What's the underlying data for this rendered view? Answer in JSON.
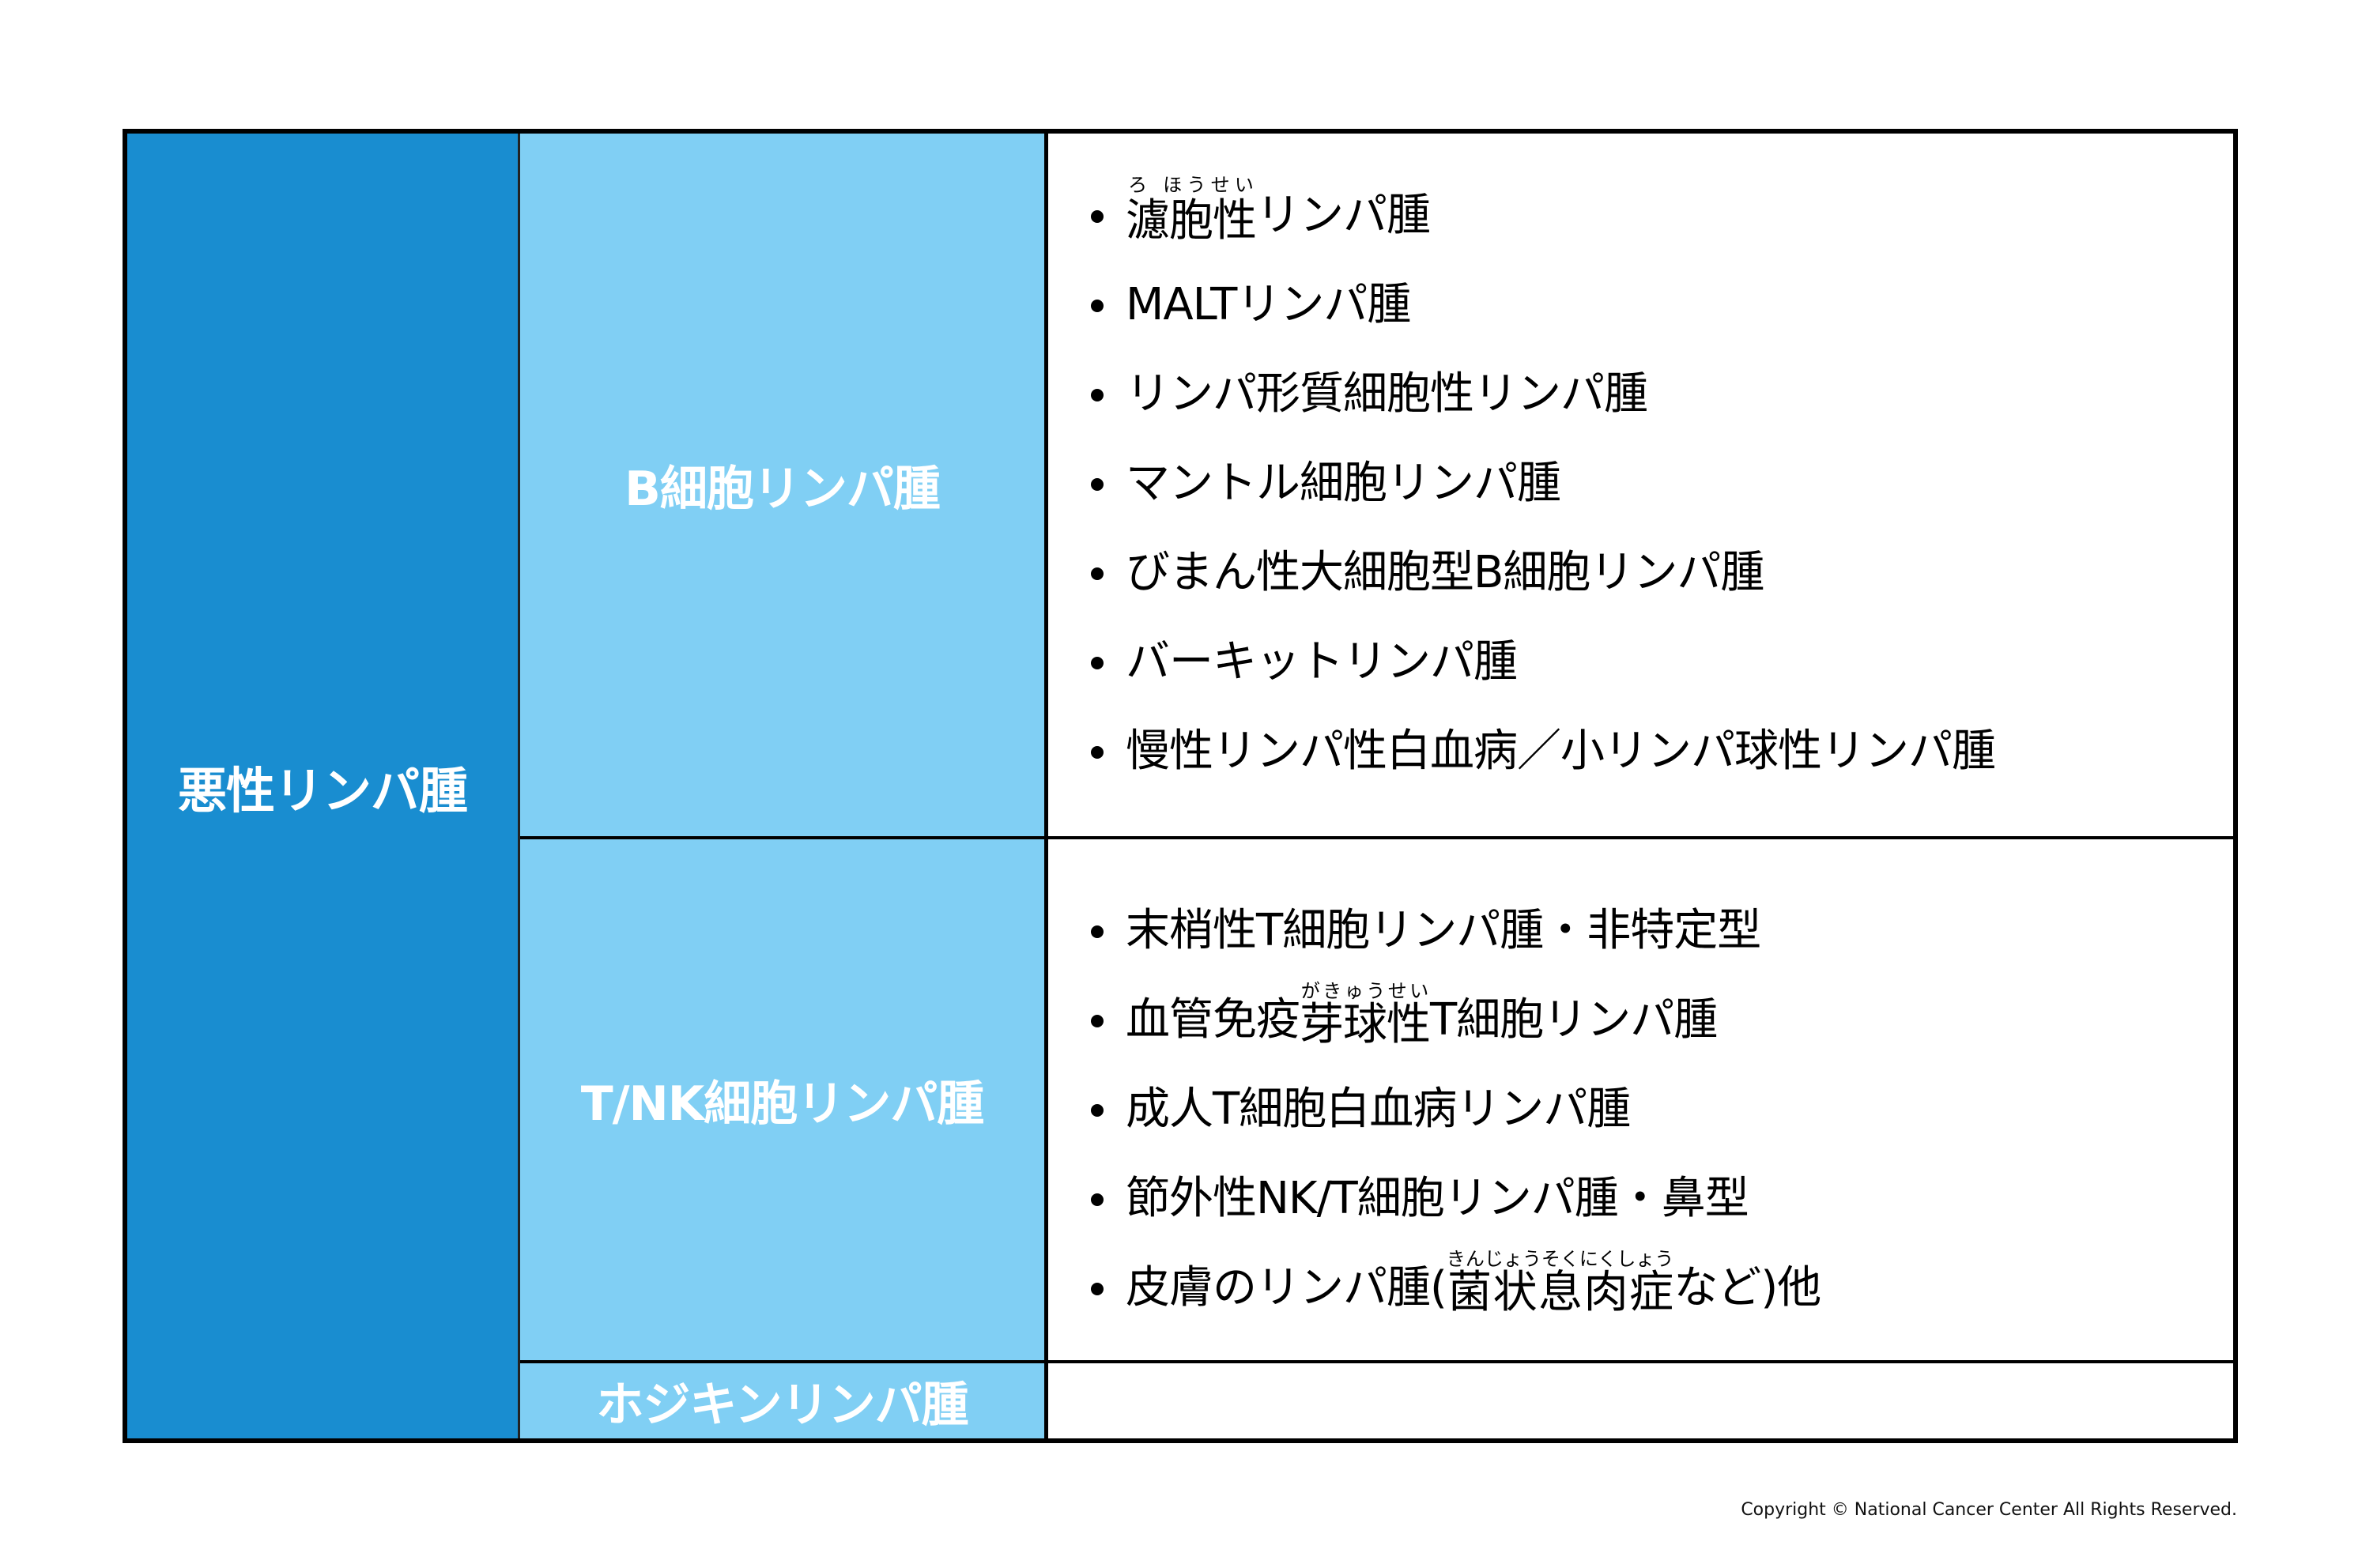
{
  "main_category": "悪性リンパ腫",
  "groups": [
    {
      "label": "B細胞リンパ腫",
      "items": [
        {
          "pre": "",
          "ruby_base": "濾胞性",
          "ruby_text": "ろ ほうせい",
          "post": "リンパ腫"
        },
        {
          "pre": "MALTリンパ腫",
          "ruby_base": "",
          "ruby_text": "",
          "post": ""
        },
        {
          "pre": "リンパ形質細胞性リンパ腫",
          "ruby_base": "",
          "ruby_text": "",
          "post": ""
        },
        {
          "pre": "マントル細胞リンパ腫",
          "ruby_base": "",
          "ruby_text": "",
          "post": ""
        },
        {
          "pre": "びまん性大細胞型B細胞リンパ腫",
          "ruby_base": "",
          "ruby_text": "",
          "post": ""
        },
        {
          "pre": "バーキットリンパ腫",
          "ruby_base": "",
          "ruby_text": "",
          "post": ""
        },
        {
          "pre": "慢性リンパ性白血病／小リンパ球性リンパ腫",
          "ruby_base": "",
          "ruby_text": "",
          "post": ""
        }
      ]
    },
    {
      "label": "T/NK細胞リンパ腫",
      "items": [
        {
          "pre": "末梢性T細胞リンパ腫・非特定型",
          "ruby_base": "",
          "ruby_text": "",
          "post": ""
        },
        {
          "pre": "血管免疫",
          "ruby_base": "芽球性",
          "ruby_text": "がきゅうせい",
          "post": "T細胞リンパ腫"
        },
        {
          "pre": "成人T細胞白血病リンパ腫",
          "ruby_base": "",
          "ruby_text": "",
          "post": ""
        },
        {
          "pre": "節外性NK/T細胞リンパ腫・鼻型",
          "ruby_base": "",
          "ruby_text": "",
          "post": ""
        },
        {
          "pre": "皮膚のリンパ腫(",
          "ruby_base": "菌状息肉症",
          "ruby_text": "きんじょうそくにくしょう",
          "post": "など)他"
        }
      ]
    },
    {
      "label": "ホジキンリンパ腫",
      "items": []
    }
  ],
  "copyright": "Copyright © National Cancer Center All Rights Reserved.",
  "colors": {
    "main_bg": "#198dd0",
    "sub_bg": "#80cff4",
    "border": "#000000"
  }
}
